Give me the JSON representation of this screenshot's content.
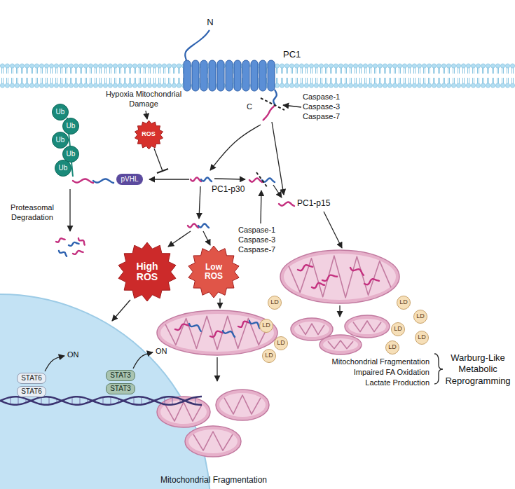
{
  "diagram": {
    "nodes": [
      {
        "text": [
          "ROS"
        ]
      },
      {
        "text": [
          "pVHL"
        ]
      },
      {
        "text": [
          "Ub"
        ]
      },
      {
        "text": [
          "Ub"
        ]
      },
      {
        "text": [
          "Ub"
        ]
      },
      {
        "text": [
          "Ub"
        ]
      },
      {
        "text": [
          "Ub"
        ]
      },
      {
        "text": [
          "High ROS"
        ]
      },
      {
        "text": [
          "Low ROS"
        ]
      },
      {
        "text": [
          "STAT6"
        ]
      },
      {
        "text": [
          "STAT6"
        ]
      },
      {
        "text": [
          "STAT3"
        ]
      },
      {
        "text": [
          "STAT3"
        ]
      },
      {
        "text": [
          "LD"
        ]
      },
      {
        "text": [
          "LD"
        ]
      },
      {
        "text": [
          "LD"
        ]
      },
      {
        "text": [
          "LD"
        ]
      },
      {
        "text": [
          "LD"
        ]
      },
      {
        "text": [
          "LD"
        ]
      },
      {
        "text": [
          "LD"
        ]
      },
      {
        "text": [
          "LD"
        ]
      },
      {
        "text": [
          "LD"
        ]
      }
    ],
    "labels": [
      "N",
      "PC1",
      "C",
      "Caspase-1",
      "Caspase-3",
      "Caspase-7",
      "Hypoxia Mitochondrial Damage",
      "Proteasomal Degradation",
      "PC1-p30",
      "Caspase-1",
      "Caspase-3",
      "Caspase-7",
      "PC1-p15",
      "ON",
      "ON",
      "Mitochondrial Fragmentation",
      "Mitochondrial Fragmentation",
      "Impaired FA Oxidation",
      "Lactate Production",
      "Warburg-Like Metabolic Reprogramming"
    ]
  }
}
